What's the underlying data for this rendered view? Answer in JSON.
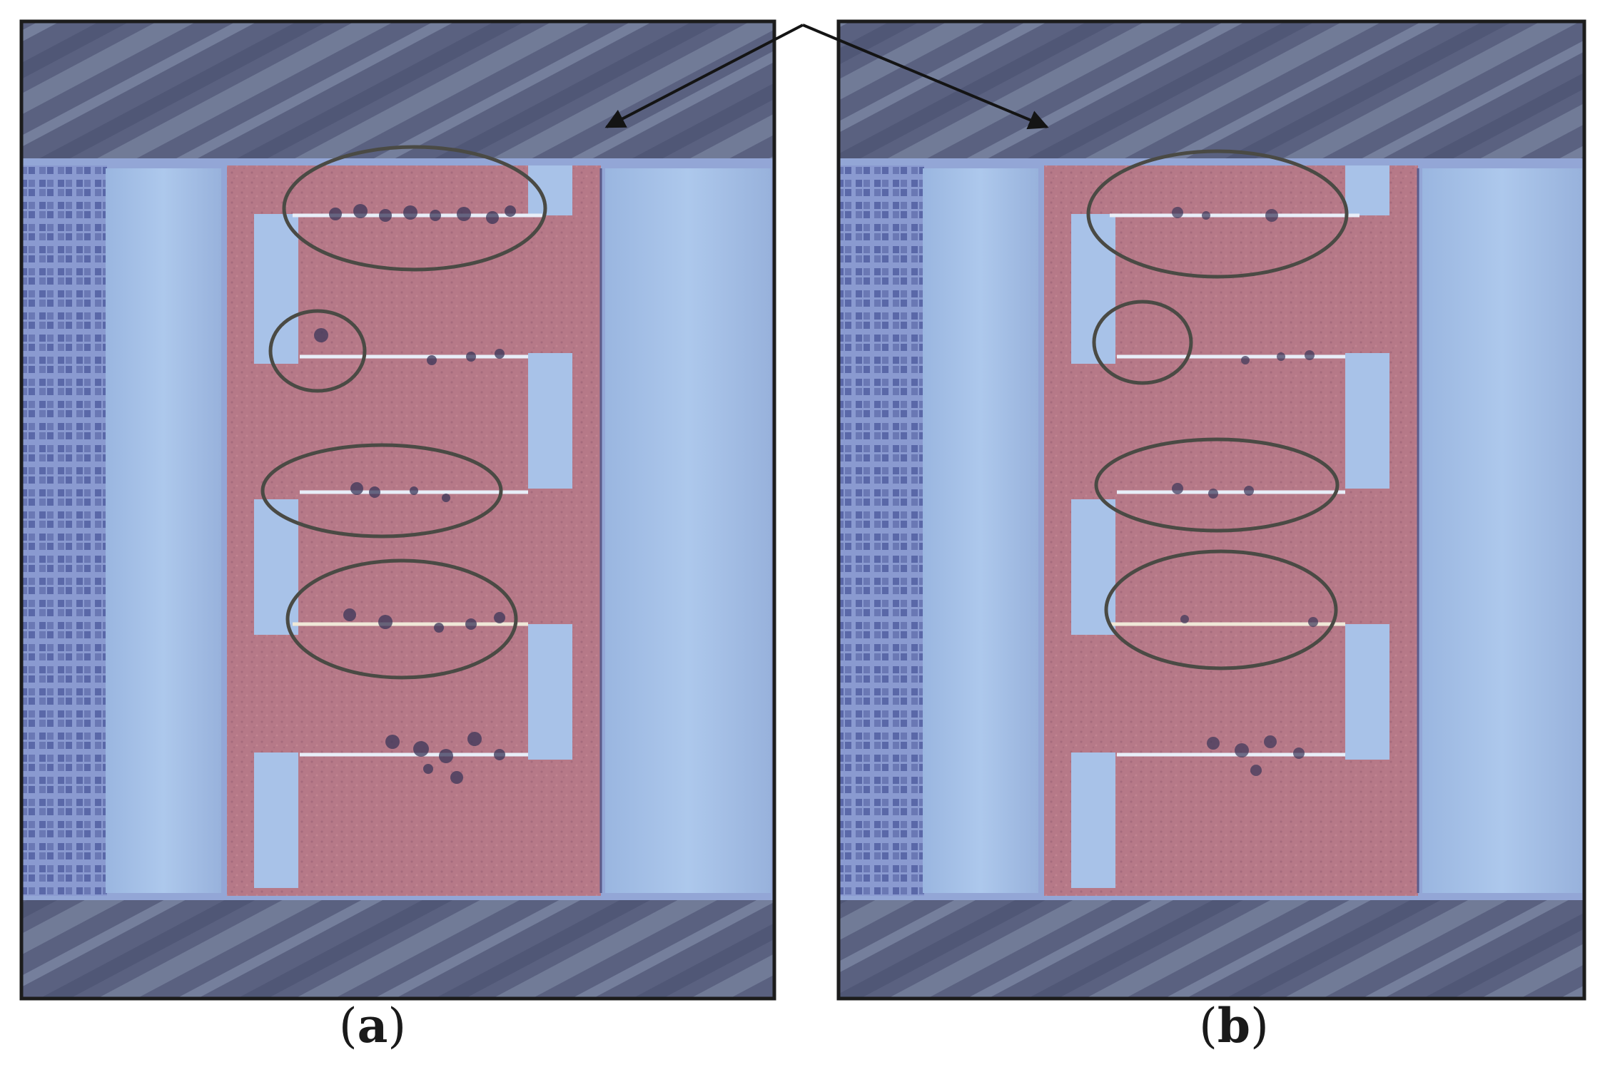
{
  "figure": {
    "panels": [
      {
        "id": "a",
        "label": "a",
        "highlighted_regions": 4
      },
      {
        "id": "b",
        "label": "b",
        "highlighted_regions": 4
      }
    ],
    "colors": {
      "substrate_top": "#5a6180",
      "substrate_stripe": "#7a86a8",
      "metal_light_blue": "#a4c0e6",
      "copper_pink": "#b87a8a",
      "pink_dark": "#a86a7c",
      "frame": "#1c1c1c",
      "ellipse": "#4a4a44",
      "arrow": "#141414",
      "pad_grid": "#6b78b4"
    }
  }
}
